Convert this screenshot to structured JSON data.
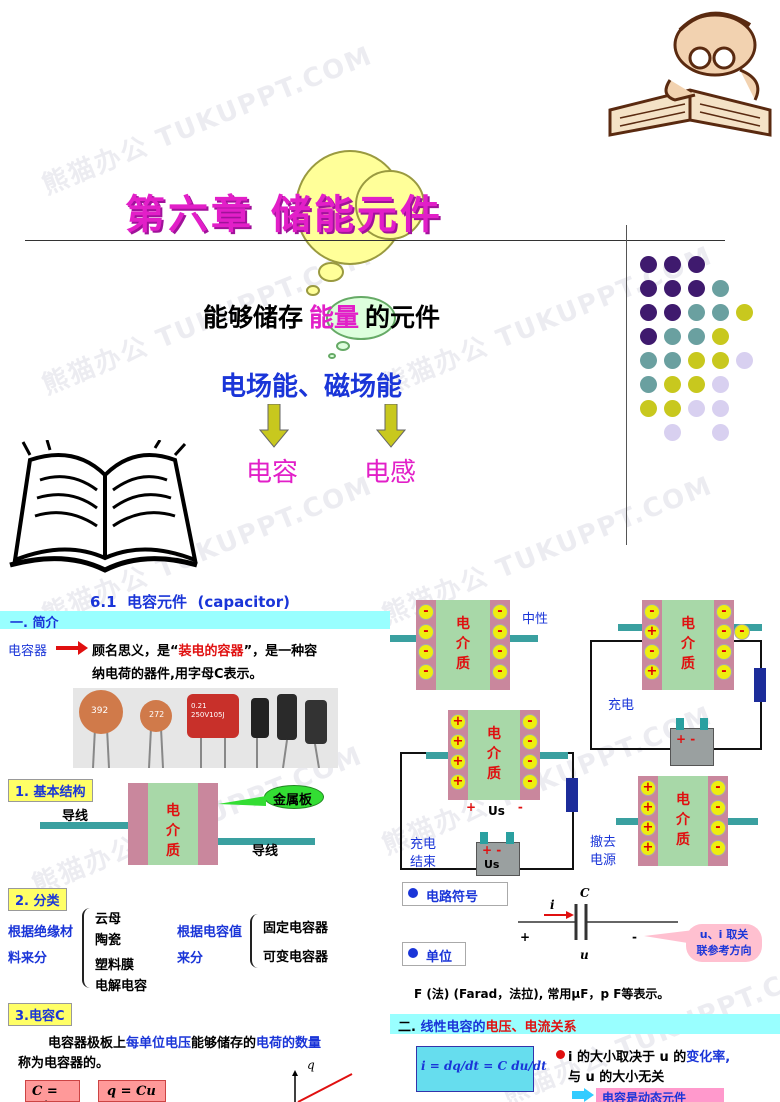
{
  "watermark": "熊猫办公 TUKUPPT.COM",
  "slide1": {
    "chapter_title": "第六章 储能元件",
    "energy_prefix": "能够储存",
    "energy_word": "能量",
    "energy_suffix": "的元件",
    "fields": "电场能、磁场能",
    "capacitor": "电容",
    "inductor": "电感"
  },
  "slide2": {
    "section_num": "6.1",
    "section_title": "电容元件",
    "section_en": "(capacitor)",
    "intro_tag": "一. 简介",
    "cap_label": "电容器",
    "intro_text_1": "顾名思义，是“",
    "intro_highlight": "装电的容器",
    "intro_text_2": "”，是一种容",
    "intro_text_3": "纳电荷的器件,用字母C表示。",
    "cap_photo_labels": [
      "392",
      "272",
      "0.21 250V105J"
    ],
    "struct_tag": "1. 基本结构",
    "wire_left": "导线",
    "wire_right": "导线",
    "metal_plate": "金属板",
    "dielectric": "电介质",
    "class_tag": "2. 分类",
    "by_material": "根据绝缘材料来分",
    "materials": [
      "云母",
      "陶瓷",
      "塑料膜",
      "电解电容"
    ],
    "by_value": "根据电容值来分",
    "values": [
      "固定电容器",
      "可变电容器"
    ],
    "capc_tag": "3.电容C",
    "capc_text_1": "电容器极板上",
    "capc_text_2": "每单位电压",
    "capc_text_3": "能够储存的",
    "capc_text_4": "电荷的数量",
    "capc_text_5": "称为电容器的。",
    "formula_1": "C = q/u",
    "formula_2": "q = Cu",
    "q_axis": "q"
  },
  "slide3": {
    "neutral": "中性",
    "charging": "充电",
    "charge_done_1": "充电",
    "charge_done_2": "结束",
    "remove_1": "撤去",
    "remove_2": "电源",
    "us": "Us",
    "symbol_tag": "电路符号",
    "unit_tag": "单位",
    "sym_c": "C",
    "sym_i": "i",
    "sym_u": "u",
    "sym_plus": "+",
    "sym_minus": "-",
    "ref_note_1": "u、i 取关",
    "ref_note_2": "联参考方向",
    "unit_text": "F (法)  (Farad，法拉), 常用μF，p F等表示。",
    "relation_title_1": "二.",
    "relation_title_2": "线性电容的",
    "relation_title_3": "电压、电流关系",
    "formula_i": "i = dq/dt = C du/dt",
    "note_1a": "i 的大小取决于 u 的",
    "note_1b": "变化率,",
    "note_2": "与 u 的大小无关",
    "note_3": "电容是动态元件"
  },
  "colors": {
    "magenta": "#e21fc8",
    "blue": "#1a35d8",
    "red": "#e01010",
    "purple": "#3f1a6e",
    "teal": "#6aa0a0",
    "olive": "#c8c81e",
    "lavender": "#d8d0f0"
  }
}
